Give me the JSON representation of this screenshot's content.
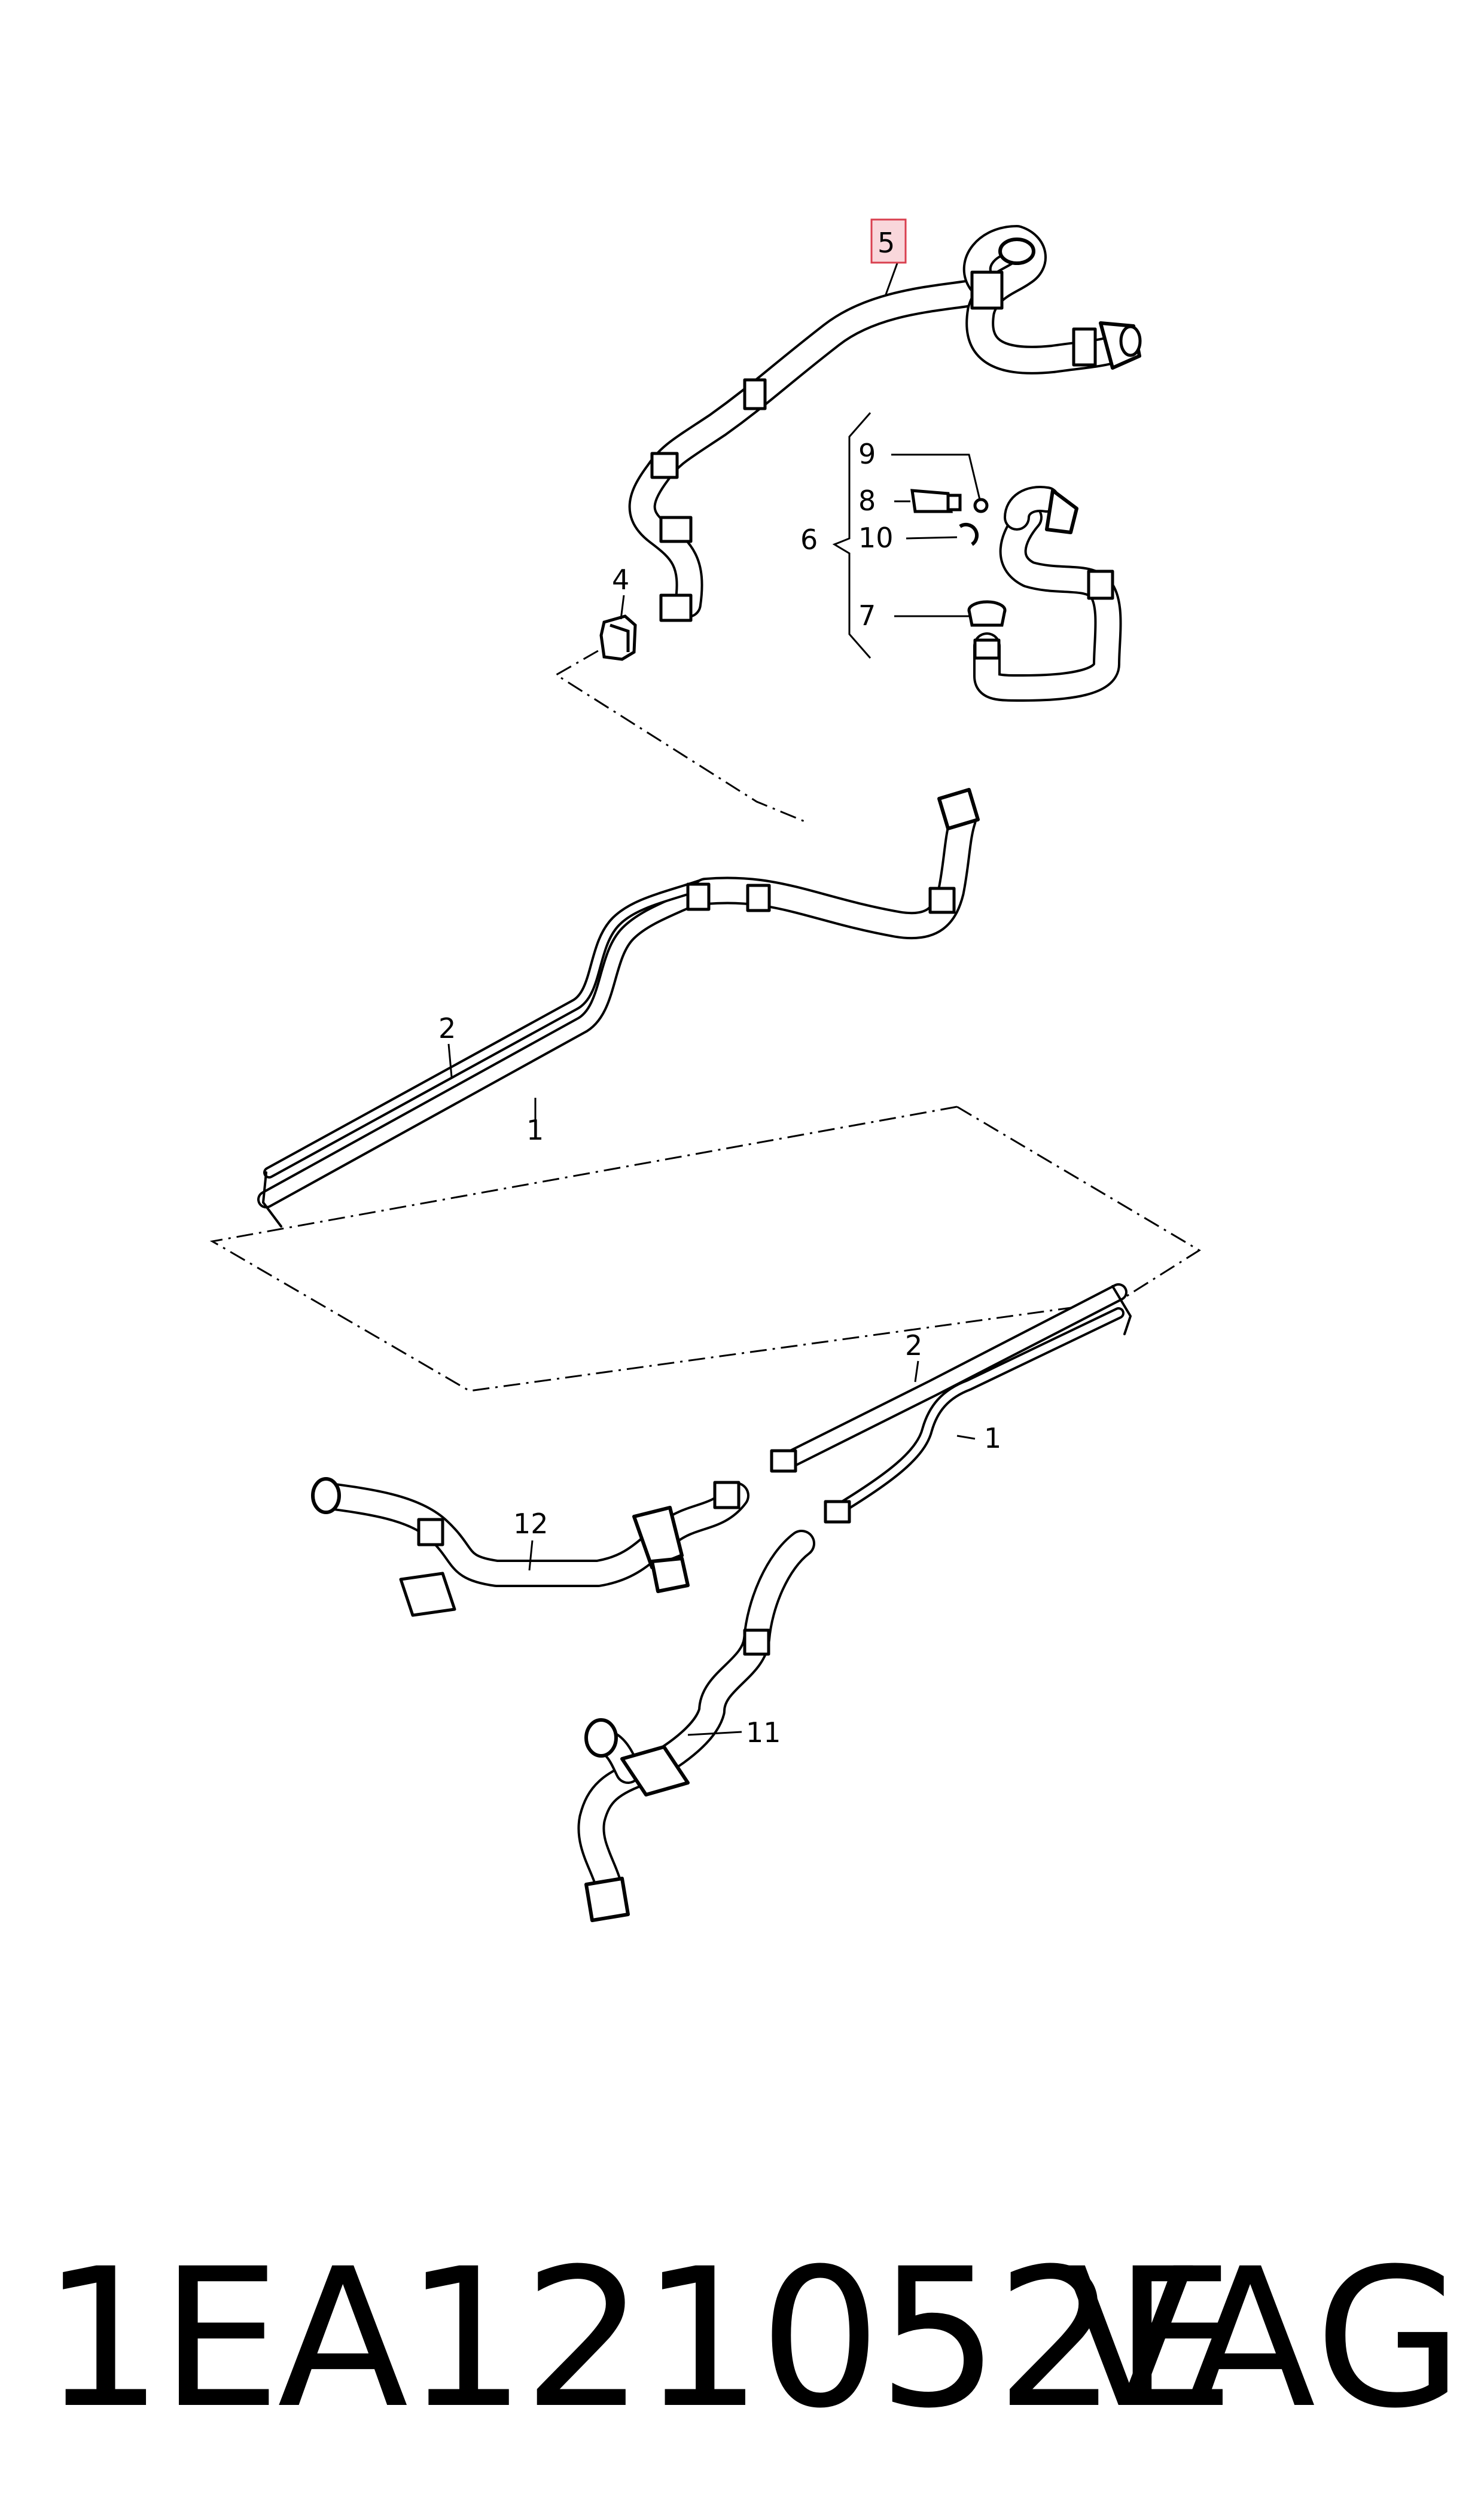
{
  "diagram": {
    "callouts": {
      "c1_top": "1",
      "c2_top": "2",
      "c4": "4",
      "c5": "5",
      "c6": "6",
      "c7": "7",
      "c8": "8",
      "c9": "9",
      "c10": "10",
      "c1_bottom": "1",
      "c2_bottom": "2",
      "c11": "11",
      "c12": "12"
    },
    "highlight_color": "#f9d7db",
    "highlight_border": "#d9404f"
  },
  "footer": {
    "part_number": "1EA121052E",
    "brand": "VAG"
  }
}
